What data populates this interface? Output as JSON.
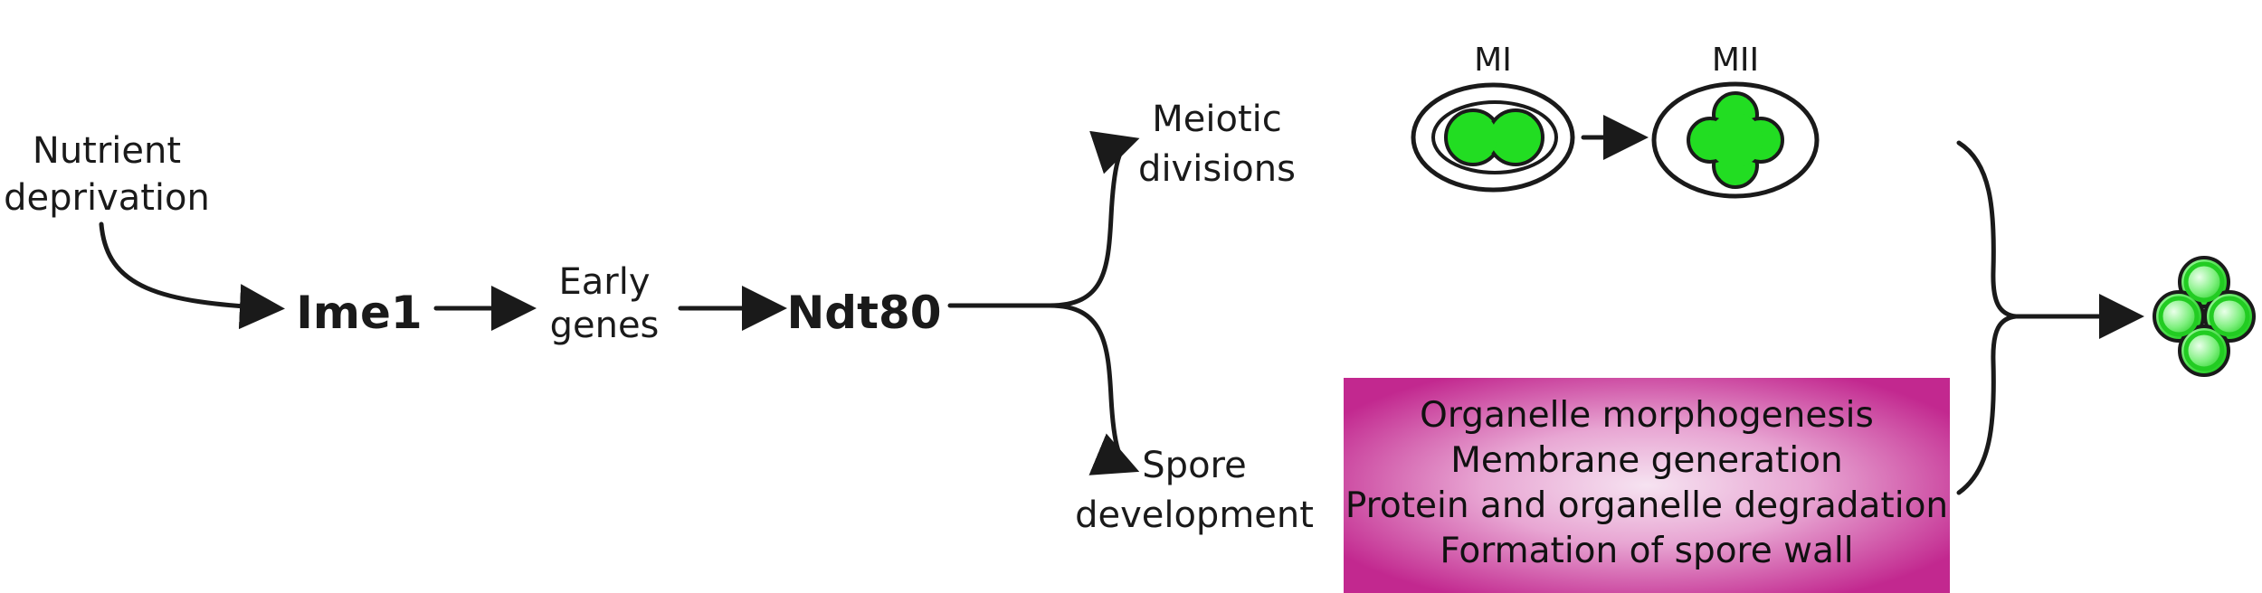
{
  "diagram": {
    "nodes": {
      "nutrient_line1": "Nutrient",
      "nutrient_line2": "deprivation",
      "ime1": "Ime1",
      "early_line1": "Early",
      "early_line2": "genes",
      "ndt80": "Ndt80",
      "meiotic_line1": "Meiotic",
      "meiotic_line2": "divisions",
      "spore_line1": "Spore",
      "spore_line2": "development",
      "mi": "MI",
      "mii": "MII"
    },
    "spore_box": {
      "items": [
        "Organelle morphogenesis",
        "Membrane generation",
        "Protein and organelle degradation",
        "Formation of spore wall"
      ]
    },
    "colors": {
      "ink": "#1a1a1a",
      "nucleus_green": "#22dd22",
      "box_magenta": "#c2288f",
      "box_center": "#f4dcee"
    }
  }
}
